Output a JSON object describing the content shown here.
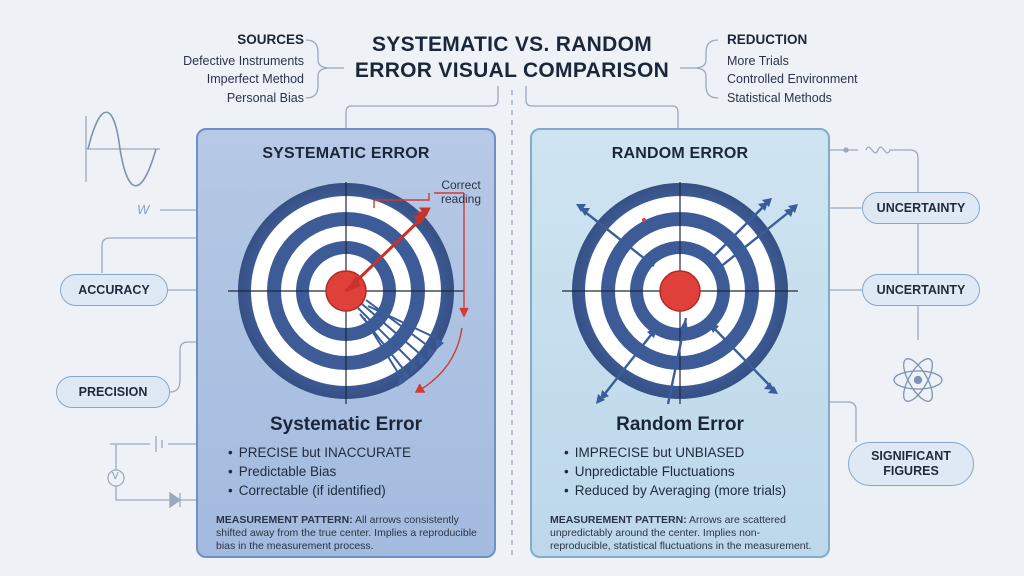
{
  "title": {
    "line1": "SYSTEMATIC VS. RANDOM",
    "line2": "ERROR VISUAL COMPARISON"
  },
  "sources": {
    "heading": "SOURCES",
    "items": [
      "Defective Instruments",
      "Imperfect Method",
      "Personal Bias"
    ]
  },
  "reduction": {
    "heading": "REDUCTION",
    "items": [
      "More Trials",
      "Controlled Environment",
      "Statistical Methods"
    ]
  },
  "systematic": {
    "title": "SYSTEMATIC ERROR",
    "annotation": "Correct reading",
    "subtitle": "Systematic Error",
    "bullets": [
      "PRECISE but INACCURATE",
      "Predictable Bias",
      "Correctable (if identified)"
    ],
    "pattern_label": "MEASUREMENT PATTERN:",
    "pattern_text": "All arrows consistently shifted away from the true center. Implies a reproducible bias in the measurement process."
  },
  "random": {
    "title": "RANDOM ERROR",
    "subtitle": "Random Error",
    "bullets": [
      "IMPRECISE but UNBIASED",
      "Unpredictable Fluctuations",
      "Reduced by Averaging (more trials)"
    ],
    "pattern_label": "MEASUREMENT PATTERN:",
    "pattern_text": "Arrows are scattered unpredictably around the center. Implies non-reproducible, statistical fluctuations in the measurement."
  },
  "left_pills": {
    "accuracy": "ACCURACY",
    "precision": "PRECISION"
  },
  "right_pills": {
    "uncertainty_1": "UNCERTAINTY",
    "uncertainty_2": "UNCERTAINTY",
    "sigfig_line1": "SIGNIFICANT",
    "sigfig_line2": "FIGURES"
  },
  "misc": {
    "w_label": "W",
    "volt_label": "V"
  },
  "colors": {
    "ring_blue": "#3d5b96",
    "bullseye_red": "#e0403a",
    "arrow_red": "#c8322b",
    "arrow_blue": "#3a5d9c"
  }
}
